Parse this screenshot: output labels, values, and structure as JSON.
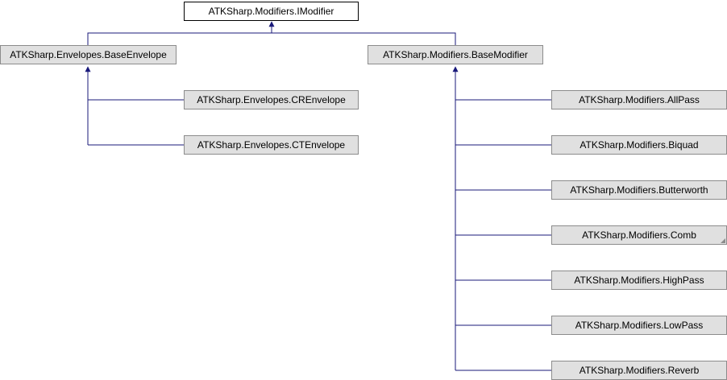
{
  "colors": {
    "edge": "#19197a",
    "node_fill": "#e0e0e0",
    "node_border": "#8c8c8c",
    "root_fill": "#ffffff"
  },
  "nodes": {
    "imodifier": "ATKSharp.Modifiers.IModifier",
    "base_envelope": "ATKSharp.Envelopes.BaseEnvelope",
    "base_modifier": "ATKSharp.Modifiers.BaseModifier",
    "cr_envelope": "ATKSharp.Envelopes.CREnvelope",
    "ct_envelope": "ATKSharp.Envelopes.CTEnvelope",
    "allpass": "ATKSharp.Modifiers.AllPass",
    "biquad": "ATKSharp.Modifiers.Biquad",
    "butterworth": "ATKSharp.Modifiers.Butterworth",
    "comb": "ATKSharp.Modifiers.Comb",
    "highpass": "ATKSharp.Modifiers.HighPass",
    "lowpass": "ATKSharp.Modifiers.LowPass",
    "reverb": "ATKSharp.Modifiers.Reverb"
  }
}
